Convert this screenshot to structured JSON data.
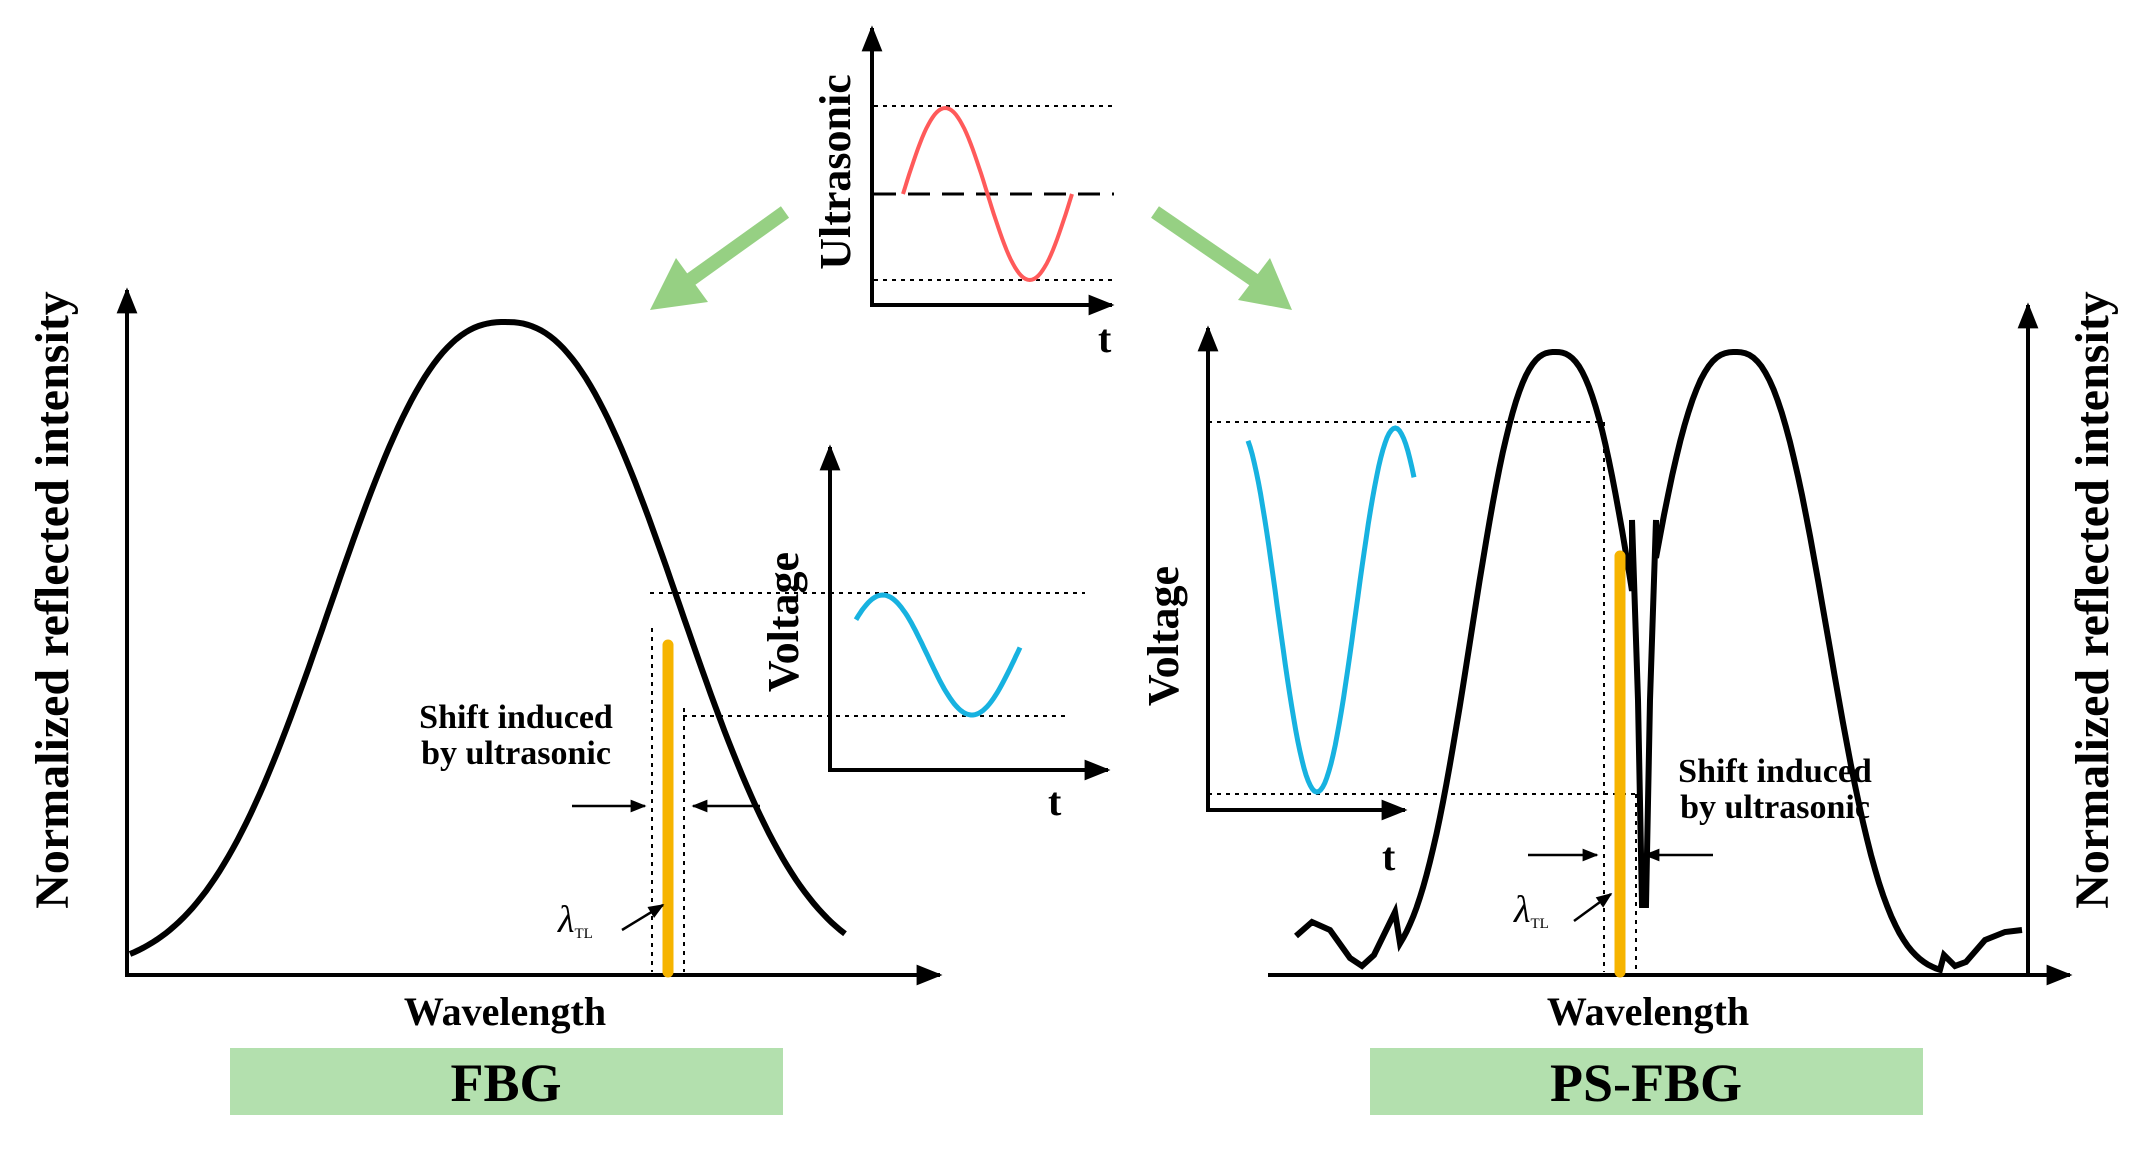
{
  "ultrasonic": {
    "y_label": "Ultrasonic",
    "x_label": "t",
    "wave_color": "#ff5a5a"
  },
  "fbg": {
    "y_axis_label": "Normalized reflected intensity",
    "x_axis_label": "Wavelength",
    "voltage_label": "Voltage",
    "voltage_t_label": "t",
    "shift_label_line1": "Shift induced",
    "shift_label_line2": "by ultrasonic",
    "lambda_label": "λ",
    "lambda_sub": "TL",
    "panel_label": "FBG"
  },
  "psfbg": {
    "y_axis_label": "Normalized reflected intensity",
    "x_axis_label": "Wavelength",
    "voltage_label": "Voltage",
    "voltage_t_label": "t",
    "shift_label_line1": "Shift induced",
    "shift_label_line2": "by ultrasonic",
    "lambda_label": "λ",
    "lambda_sub": "TL",
    "panel_label": "PS-FBG"
  },
  "colors": {
    "spectrum": "#000000",
    "voltage_wave": "#17b2e0",
    "laser_line": "#f6b400",
    "arrow_green": "#96d083",
    "label_box": "#b3e0ae"
  }
}
